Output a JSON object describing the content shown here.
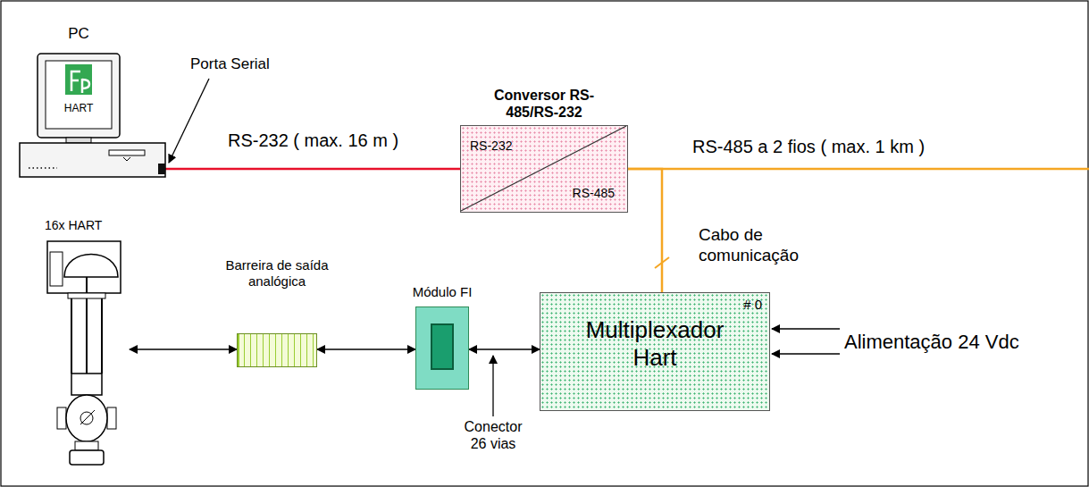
{
  "diagram": {
    "nodes": [
      {
        "text": [
          "PC",
          "HART"
        ]
      },
      {
        "text": [
          "Conversor RS-485/RS-232",
          "RS-232",
          "RS-485"
        ]
      },
      {
        "text": [
          "16x HART"
        ]
      },
      {
        "text": [
          "Barreira de saída analógica"
        ]
      },
      {
        "text": [
          "Módulo FI"
        ]
      },
      {
        "text": [
          "# 0",
          "Multiplexador Hart"
        ]
      }
    ],
    "edges": [
      {
        "from": 0,
        "to": 1,
        "arrow": "none",
        "label": "RS-232 ( max. 16 m )"
      },
      {
        "from": 1,
        "to": 5,
        "arrow": "none",
        "label": "Cabo de comunicação"
      },
      {
        "from": 2,
        "to": 3,
        "arrow": "both"
      },
      {
        "from": 3,
        "to": 4,
        "arrow": "both"
      },
      {
        "from": 4,
        "to": 5,
        "arrow": "both"
      }
    ],
    "labels": [
      "Porta Serial",
      "RS-485 a 2 fios ( max. 1 km )",
      "Conector 26 vias",
      "Alimentação 24 Vdc"
    ]
  }
}
